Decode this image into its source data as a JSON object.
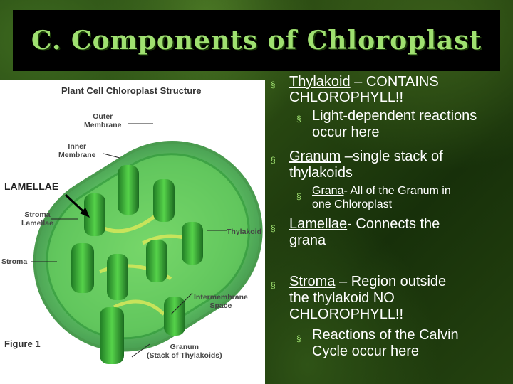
{
  "slide": {
    "title": "C. Components of  Chloroplast",
    "figure": {
      "heading": "Plant Cell Chloroplast Structure",
      "labels": {
        "outer_membrane_1": "Outer",
        "outer_membrane_2": "Membrane",
        "inner_membrane_1": "Inner",
        "inner_membrane_2": "Membrane",
        "stroma_lamellae_1": "Stroma",
        "stroma_lamellae_2": "Lamellae",
        "stroma": "Stroma",
        "thylakoid": "Thylakoid",
        "intermembrane_1": "Intermembrane",
        "intermembrane_2": "Space",
        "granum_1": "Granum",
        "granum_2": "(Stack of Thylakoids)",
        "figure_number": "Figure 1"
      },
      "callout": "LAMELLAE"
    },
    "bullets": {
      "b1_term": "Thylakoid",
      "b1_rest_line1": " – CONTAINS",
      "b1_line2": "CHLOROPHYLL!!",
      "b1a_line1": "Light-dependent reactions",
      "b1a_line2": "occur here",
      "b2_term": "Granum",
      "b2_rest_line1": " –single stack of",
      "b2_line2": "thylakoids",
      "b2a_term": "Grana",
      "b2a_rest_line1": "- All of the Granum in",
      "b2a_line2": "one Chloroplast",
      "b3_term": "Lamellae",
      "b3_rest_line1": "- Connects the",
      "b3_line2": "grana",
      "b4_term": "Stroma",
      "b4_rest_line1": " – Region outside",
      "b4_line2": "the thylakoid NO",
      "b4_line3": "CHLOROPHYLL!!",
      "b4a_line1": "Reactions of the Calvin",
      "b4a_line2": "Cycle occur here"
    }
  }
}
